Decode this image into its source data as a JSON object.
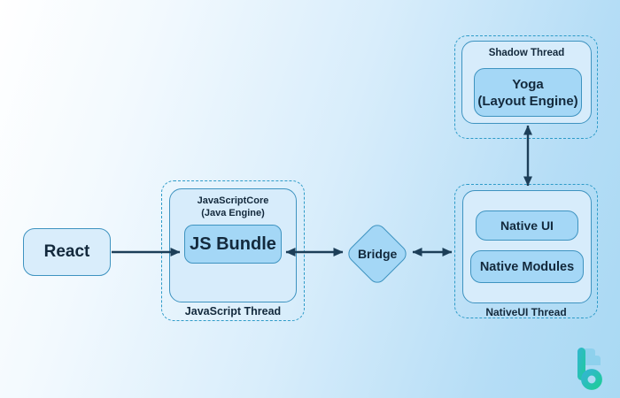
{
  "diagram": {
    "react": {
      "label": "React"
    },
    "js_thread": {
      "core_title_line1": "JavaScriptCore",
      "core_title_line2": "(Java Engine)",
      "bundle_label": "JS Bundle",
      "thread_label": "JavaScript Thread"
    },
    "bridge": {
      "label": "Bridge"
    },
    "shadow_thread": {
      "thread_label": "Shadow Thread",
      "yoga_line1": "Yoga",
      "yoga_line2": "(Layout Engine)"
    },
    "native_thread": {
      "native_ui_label": "Native UI",
      "native_modules_label": "Native Modules",
      "thread_label": "NativeUI Thread"
    },
    "icons": {
      "brand_logo": "b-logo"
    },
    "colors": {
      "node_fill": "#a4d7f6",
      "container_fill": "#d7ecfb",
      "solid_border": "#3e93c0",
      "dashed_border": "#2e9bc8",
      "arrow": "#1c3e58",
      "text": "#13293c",
      "background_start": "#ffffff",
      "background_end": "#a9d9f3",
      "logo_teal_blue": "#33b6d0",
      "logo_green": "#1ecb9b",
      "logo_flag_blue": "#8ed1ed"
    }
  }
}
